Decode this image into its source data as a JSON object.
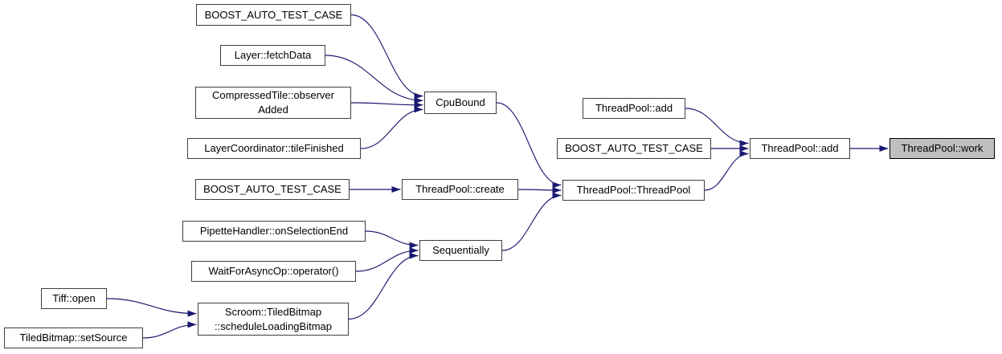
{
  "diagram": {
    "type": "call-graph",
    "direction": "left-to-right",
    "colors": {
      "edge": "#191970",
      "node_background": "#ffffff",
      "node_border": "#3f3f3f",
      "highlight_background": "#bfbfbf",
      "highlight_border": "#000000"
    },
    "nodes": [
      {
        "id": "batc-top",
        "label": "BOOST_AUTO_TEST_CASE"
      },
      {
        "id": "layer-fetchdata",
        "label": "Layer::fetchData"
      },
      {
        "id": "compressedtile-observeradded",
        "label": "CompressedTile::observer\nAdded"
      },
      {
        "id": "layercoordinator-tilefinished",
        "label": "LayerCoordinator::tileFinished"
      },
      {
        "id": "cpubound",
        "label": "CpuBound"
      },
      {
        "id": "threadpool-add-caller",
        "label": "ThreadPool::add"
      },
      {
        "id": "batc-right",
        "label": "BOOST_AUTO_TEST_CASE"
      },
      {
        "id": "threadpool-add",
        "label": "ThreadPool::add"
      },
      {
        "id": "threadpool-work",
        "label": "ThreadPool::work",
        "highlight": true
      },
      {
        "id": "batc-mid",
        "label": "BOOST_AUTO_TEST_CASE"
      },
      {
        "id": "threadpool-create",
        "label": "ThreadPool::create"
      },
      {
        "id": "threadpool-threadpool",
        "label": "ThreadPool::ThreadPool"
      },
      {
        "id": "pipettehandler-onselectionend",
        "label": "PipetteHandler::onSelectionEnd"
      },
      {
        "id": "waitforasyncop-operator",
        "label": "WaitForAsyncOp::operator()"
      },
      {
        "id": "sequentially",
        "label": "Sequentially"
      },
      {
        "id": "tiff-open",
        "label": "Tiff::open"
      },
      {
        "id": "tiledbitmap-setsource",
        "label": "TiledBitmap::setSource"
      },
      {
        "id": "scroom-schedule",
        "label": "Scroom::TiledBitmap\n::scheduleLoadingBitmap"
      }
    ],
    "edges": [
      {
        "from": "batc-top",
        "to": "cpubound"
      },
      {
        "from": "layer-fetchdata",
        "to": "cpubound"
      },
      {
        "from": "compressedtile-observeradded",
        "to": "cpubound"
      },
      {
        "from": "layercoordinator-tilefinished",
        "to": "cpubound"
      },
      {
        "from": "cpubound",
        "to": "threadpool-threadpool"
      },
      {
        "from": "batc-mid",
        "to": "threadpool-create"
      },
      {
        "from": "threadpool-create",
        "to": "threadpool-threadpool"
      },
      {
        "from": "sequentially",
        "to": "threadpool-threadpool"
      },
      {
        "from": "threadpool-add-caller",
        "to": "threadpool-add"
      },
      {
        "from": "batc-right",
        "to": "threadpool-add"
      },
      {
        "from": "threadpool-threadpool",
        "to": "threadpool-add"
      },
      {
        "from": "threadpool-add",
        "to": "threadpool-work"
      },
      {
        "from": "pipettehandler-onselectionend",
        "to": "sequentially"
      },
      {
        "from": "waitforasyncop-operator",
        "to": "sequentially"
      },
      {
        "from": "scroom-schedule",
        "to": "sequentially"
      },
      {
        "from": "tiff-open",
        "to": "scroom-schedule"
      },
      {
        "from": "tiledbitmap-setsource",
        "to": "scroom-schedule"
      }
    ]
  }
}
